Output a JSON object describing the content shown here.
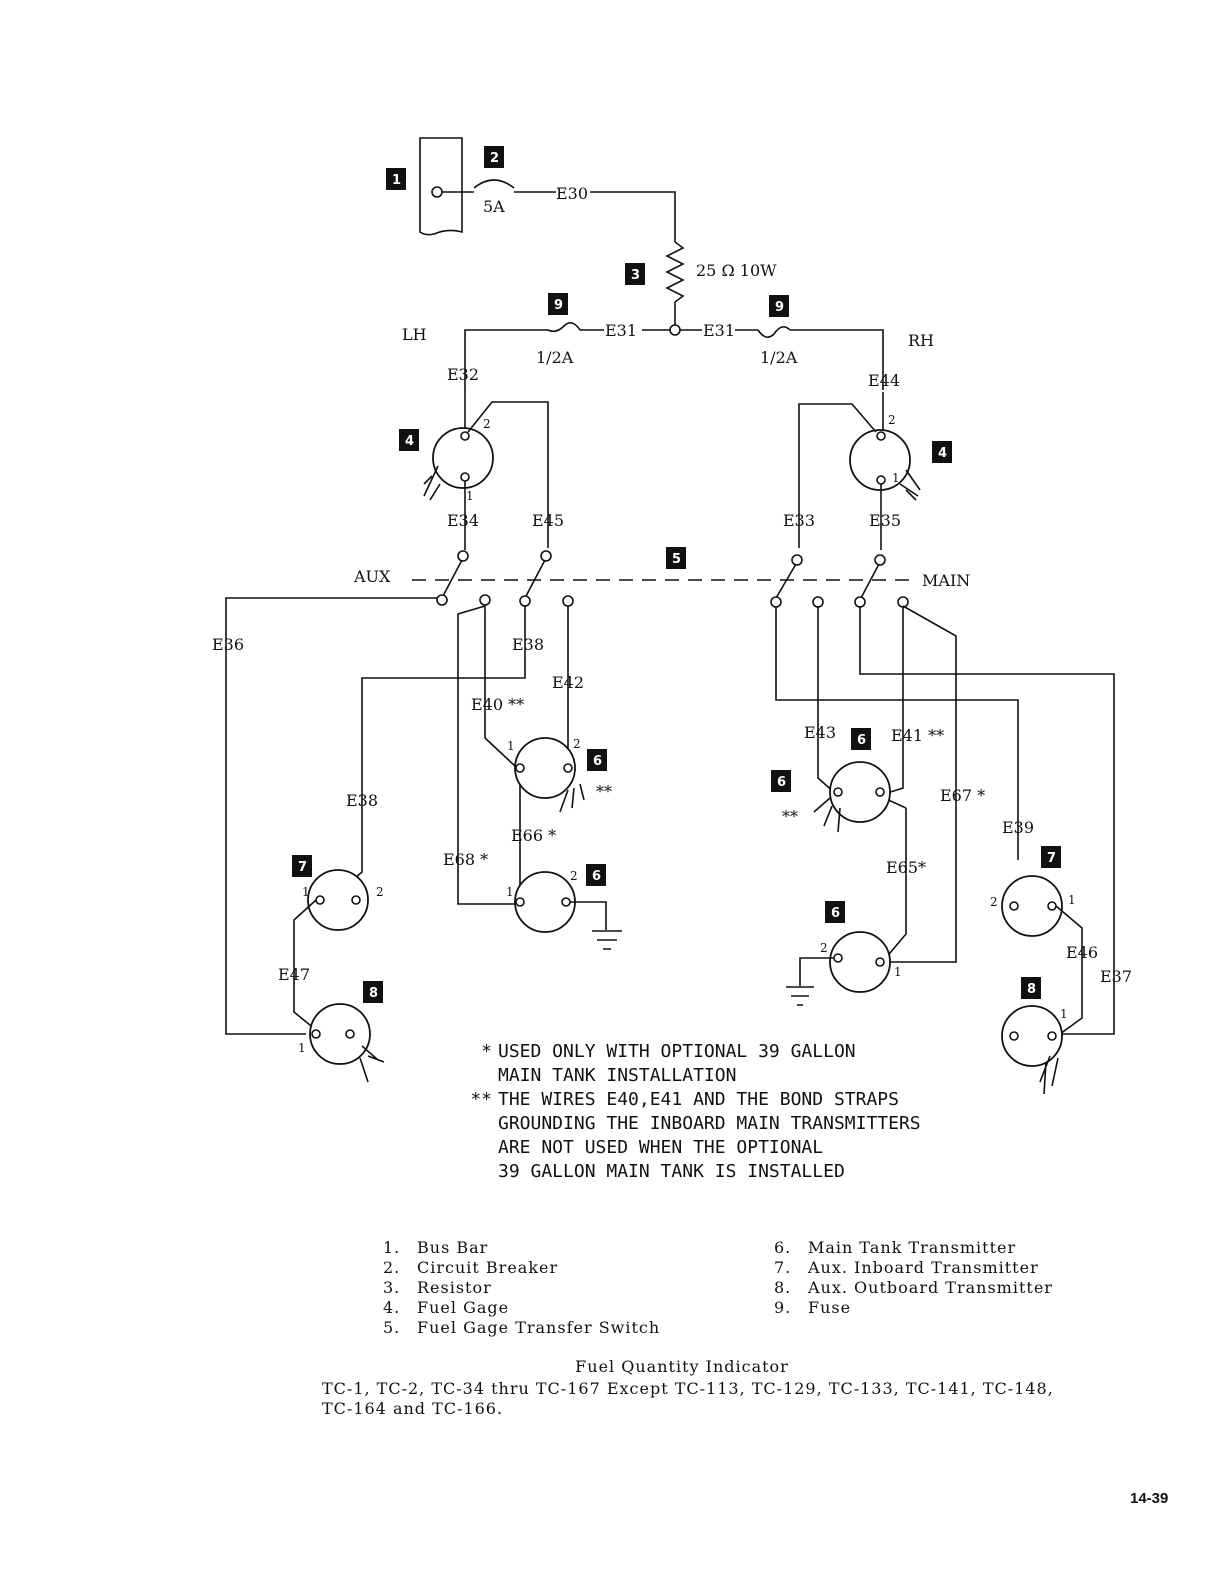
{
  "labels": {
    "amp_5": "5A",
    "resistor": "25 Ω 10W",
    "fuse_left": "1/2A",
    "fuse_right": "1/2A",
    "lh": "LH",
    "rh": "RH",
    "aux": "AUX",
    "main": "MAIN",
    "wires": {
      "e30": "E30",
      "e31_left": "E31",
      "e31_right": "E31",
      "e32": "E32",
      "e44": "E44",
      "e34": "E34",
      "e45": "E45",
      "e33": "E33",
      "e35": "E35",
      "e36": "E36",
      "e38_top": "E38",
      "e42": "E42",
      "e40": "E40 **",
      "e43": "E43",
      "e41": "E41 **",
      "e67": "E67 *",
      "e38_left": "E38",
      "e66": "E66 *",
      "e68": "E68 *",
      "e39": "E39",
      "e65": "E65*",
      "e47": "E47",
      "e46": "E46",
      "e37": "E37"
    },
    "markers": {
      "m1": "1",
      "m2": "2",
      "m3": "3",
      "m4_left": "4",
      "m4_right": "4",
      "m5": "5",
      "m9_left": "9",
      "m9_right": "9",
      "m6_a": "6",
      "m6_b": "6",
      "m6_c": "6",
      "m6_d": "6",
      "m7_left": "7",
      "m7_right": "7",
      "m8_left": "8",
      "m8_right": "8"
    },
    "double_star_a": "**",
    "double_star_b": "**"
  },
  "notes": [
    {
      "mark": "*",
      "lines": [
        "USED ONLY WITH OPTIONAL 39 GALLON",
        "MAIN TANK INSTALLATION"
      ]
    },
    {
      "mark": "**",
      "lines": [
        "THE WIRES E40,E41 AND THE BOND STRAPS",
        "GROUNDING THE INBOARD MAIN TRANSMITTERS",
        "ARE NOT USED WHEN THE OPTIONAL",
        "39 GALLON MAIN TANK IS INSTALLED"
      ]
    }
  ],
  "legend_left": [
    {
      "num": "1.",
      "text": "Bus Bar"
    },
    {
      "num": "2.",
      "text": "Circuit Breaker"
    },
    {
      "num": "3.",
      "text": "Resistor"
    },
    {
      "num": "4.",
      "text": "Fuel Gage"
    },
    {
      "num": "5.",
      "text": "Fuel Gage Transfer Switch"
    }
  ],
  "legend_right": [
    {
      "num": "6.",
      "text": "Main Tank Transmitter"
    },
    {
      "num": "7.",
      "text": "Aux. Inboard Transmitter"
    },
    {
      "num": "8.",
      "text": "Aux. Outboard Transmitter"
    },
    {
      "num": "9.",
      "text": "Fuse"
    }
  ],
  "caption": {
    "title": "Fuel Quantity Indicator",
    "line1": "TC-1, TC-2, TC-34 thru TC-167 Except TC-113, TC-129, TC-133, TC-141, TC-148,",
    "line2": "TC-164 and TC-166."
  },
  "page_number": "14-39"
}
